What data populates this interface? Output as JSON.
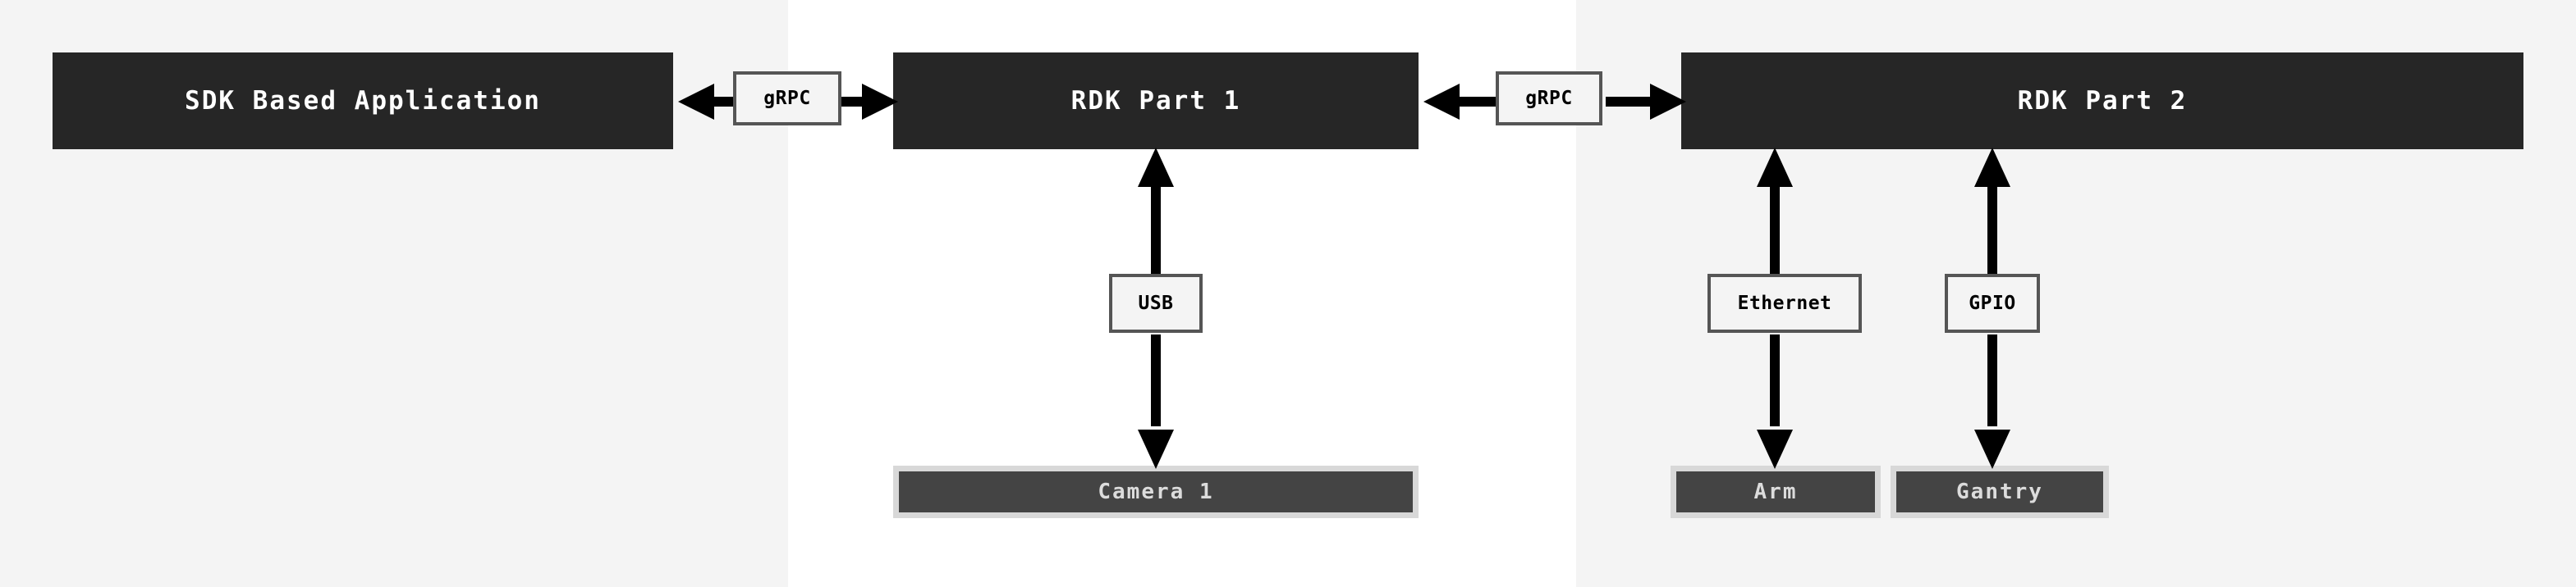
{
  "diagram": {
    "title": "RDK architecture connectivity diagram",
    "colors": {
      "node_fill": "#262626",
      "node_text": "#ffffff",
      "device_outer": "#d8d8d8",
      "device_fill": "#444444",
      "device_text": "#dcdcdc",
      "label_fill": "#f4f4f4",
      "label_border": "#555555",
      "arrow": "#000000",
      "background_band": "#f4f4f4",
      "background_panel": "#ffffff"
    }
  },
  "nodes": {
    "sdk_app": {
      "label": "SDK Based Application"
    },
    "rdk_part1": {
      "label": "RDK Part 1"
    },
    "rdk_part2": {
      "label": "RDK Part 2"
    }
  },
  "devices": {
    "camera1": {
      "label": "Camera 1"
    },
    "arm": {
      "label": "Arm"
    },
    "gantry": {
      "label": "Gantry"
    }
  },
  "connections": {
    "sdk_to_rdk1": {
      "protocol": "gRPC",
      "direction": "bidirectional"
    },
    "rdk1_to_rdk2": {
      "protocol": "gRPC",
      "direction": "bidirectional"
    },
    "rdk1_to_camera1": {
      "protocol": "USB",
      "direction": "bidirectional"
    },
    "rdk2_to_arm": {
      "protocol": "Ethernet",
      "direction": "bidirectional"
    },
    "rdk2_to_gantry": {
      "protocol": "GPIO",
      "direction": "bidirectional"
    }
  }
}
